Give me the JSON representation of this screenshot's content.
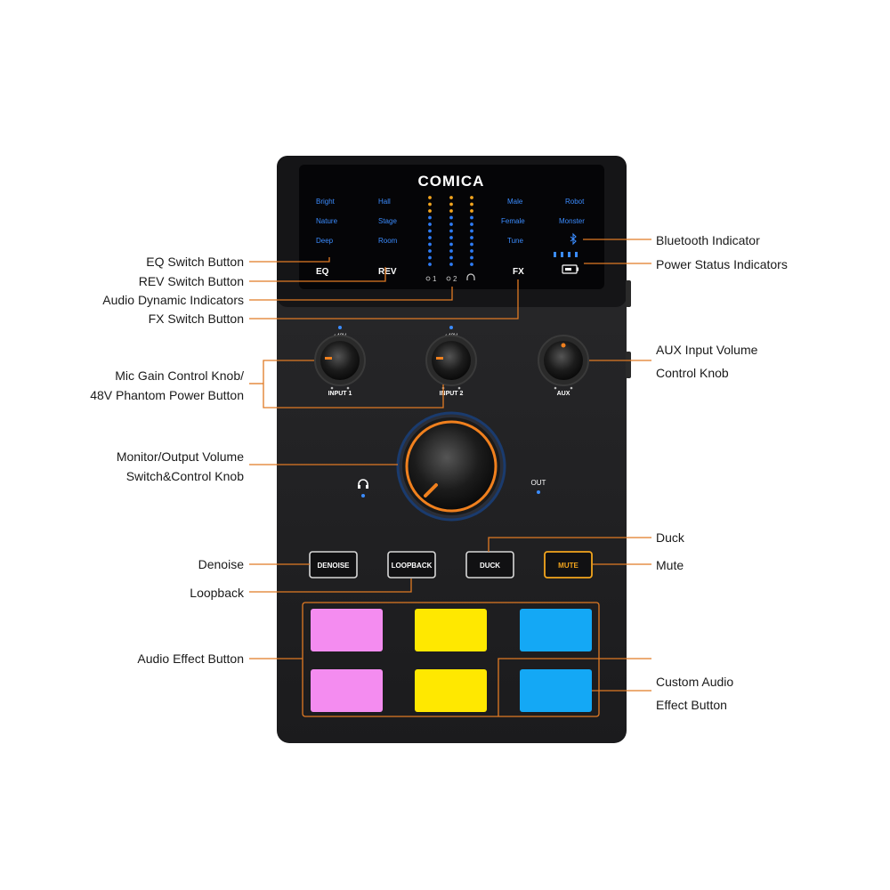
{
  "brand": {
    "logo": "COMICA"
  },
  "screen": {
    "eq_presets": [
      "Bright",
      "Nature",
      "Deep"
    ],
    "rev_presets": [
      "Hall",
      "Stage",
      "Room"
    ],
    "fx_presets_left": [
      "Male",
      "Female",
      "Tune"
    ],
    "fx_presets_right": [
      "Robot",
      "Monster"
    ],
    "eq_label": "EQ",
    "rev_label": "REV",
    "fx_label": "FX",
    "meter_labels": [
      "1",
      "2"
    ]
  },
  "knobs": {
    "input1_label": "INPUT 1",
    "input2_label": "INPUT 2",
    "aux_label": "AUX",
    "phantom_label": "+48V",
    "out_label": "OUT"
  },
  "buttons": {
    "denoise": "DENOISE",
    "loopback": "LOOPBACK",
    "duck": "DUCK",
    "mute": "MUTE"
  },
  "pads": {
    "colors": [
      "#f48cf0",
      "#ffe800",
      "#14a8f5",
      "#f48cf0",
      "#ffe800",
      "#14a8f5"
    ]
  },
  "callouts": {
    "eq_switch": "EQ Switch Button",
    "rev_switch": "REV Switch Button",
    "audio_dynamic": "Audio Dynamic Indicators",
    "fx_switch": "FX Switch Button",
    "mic_gain_line1": "Mic Gain Control Knob/",
    "mic_gain_line2": "48V Phantom Power Button",
    "monitor_line1": "Monitor/Output Volume",
    "monitor_line2": "Switch&Control Knob",
    "denoise": "Denoise",
    "loopback": "Loopback",
    "audio_effect": "Audio Effect Button",
    "bluetooth": "Bluetooth Indicator",
    "power_status": "Power Status Indicators",
    "aux_line1": "AUX Input Volume",
    "aux_line2": "Control Knob",
    "duck": "Duck",
    "mute": "Mute",
    "custom_line1": "Custom Audio",
    "custom_line2": "Effect Button"
  },
  "colors": {
    "callout_line": "#e07a24",
    "body": "#1f1f21",
    "screen": "#050507",
    "preset_text": "#3b8cff",
    "meter_amber": "#f3a51d",
    "meter_blue": "#2e7cf6",
    "knob_ring": "#f0801e"
  }
}
